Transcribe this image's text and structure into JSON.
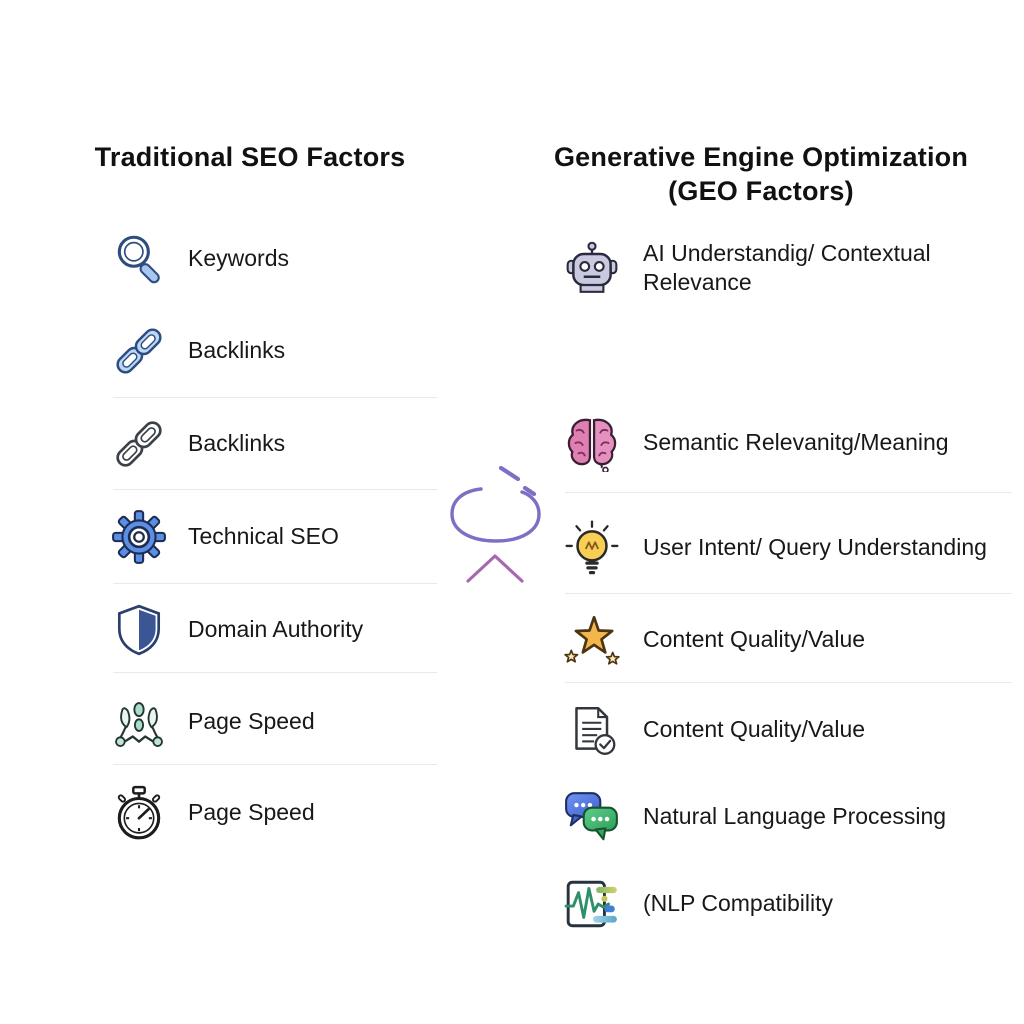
{
  "page": {
    "background": "#ffffff"
  },
  "left_column": {
    "title": "Traditional SEO Factors",
    "items": [
      {
        "label": "Keywords",
        "icon": "magnifier-icon"
      },
      {
        "label": "Backlinks",
        "icon": "chain-link-blue-icon"
      },
      {
        "label": "Backlinks",
        "icon": "chain-link-gray-icon"
      },
      {
        "label": "Technical SEO",
        "icon": "gear-icon"
      },
      {
        "label": "Domain Authority",
        "icon": "shield-icon"
      },
      {
        "label": "Page Speed",
        "icon": "plant-growth-icon"
      },
      {
        "label": "Page Speed",
        "icon": "stopwatch-icon"
      }
    ]
  },
  "right_column": {
    "title_line1": "Generative Engine Optimization",
    "title_line2": "(GEO Factors)",
    "items": [
      {
        "label": "AI Understandig/ Contextual Relevance",
        "icon": "robot-icon"
      },
      {
        "label": "Semantic Relevanitg/Meaning",
        "icon": "brain-icon"
      },
      {
        "label": "User Intent/ Query Understanding",
        "icon": "lightbulb-icon"
      },
      {
        "label": "Content Quality/Value",
        "icon": "star-icon"
      },
      {
        "label": "Content Quality/Value",
        "icon": "document-check-icon"
      },
      {
        "label": "Natural Language Processing",
        "icon": "chat-bubbles-icon"
      },
      {
        "label": "(NLP Compatibility",
        "icon": "waveform-icon"
      }
    ]
  },
  "center_divider": {
    "icons": [
      "refresh-loop-icon",
      "up-arrow-icon"
    ],
    "colors": {
      "line_top_start": "#5c86e8",
      "line_top_end": "#7e6cc2",
      "loop": "#7a70c5",
      "arrow": "#a668ae",
      "line_bottom_start": "#a06ab4",
      "line_bottom_end": "#f2ad58"
    }
  }
}
